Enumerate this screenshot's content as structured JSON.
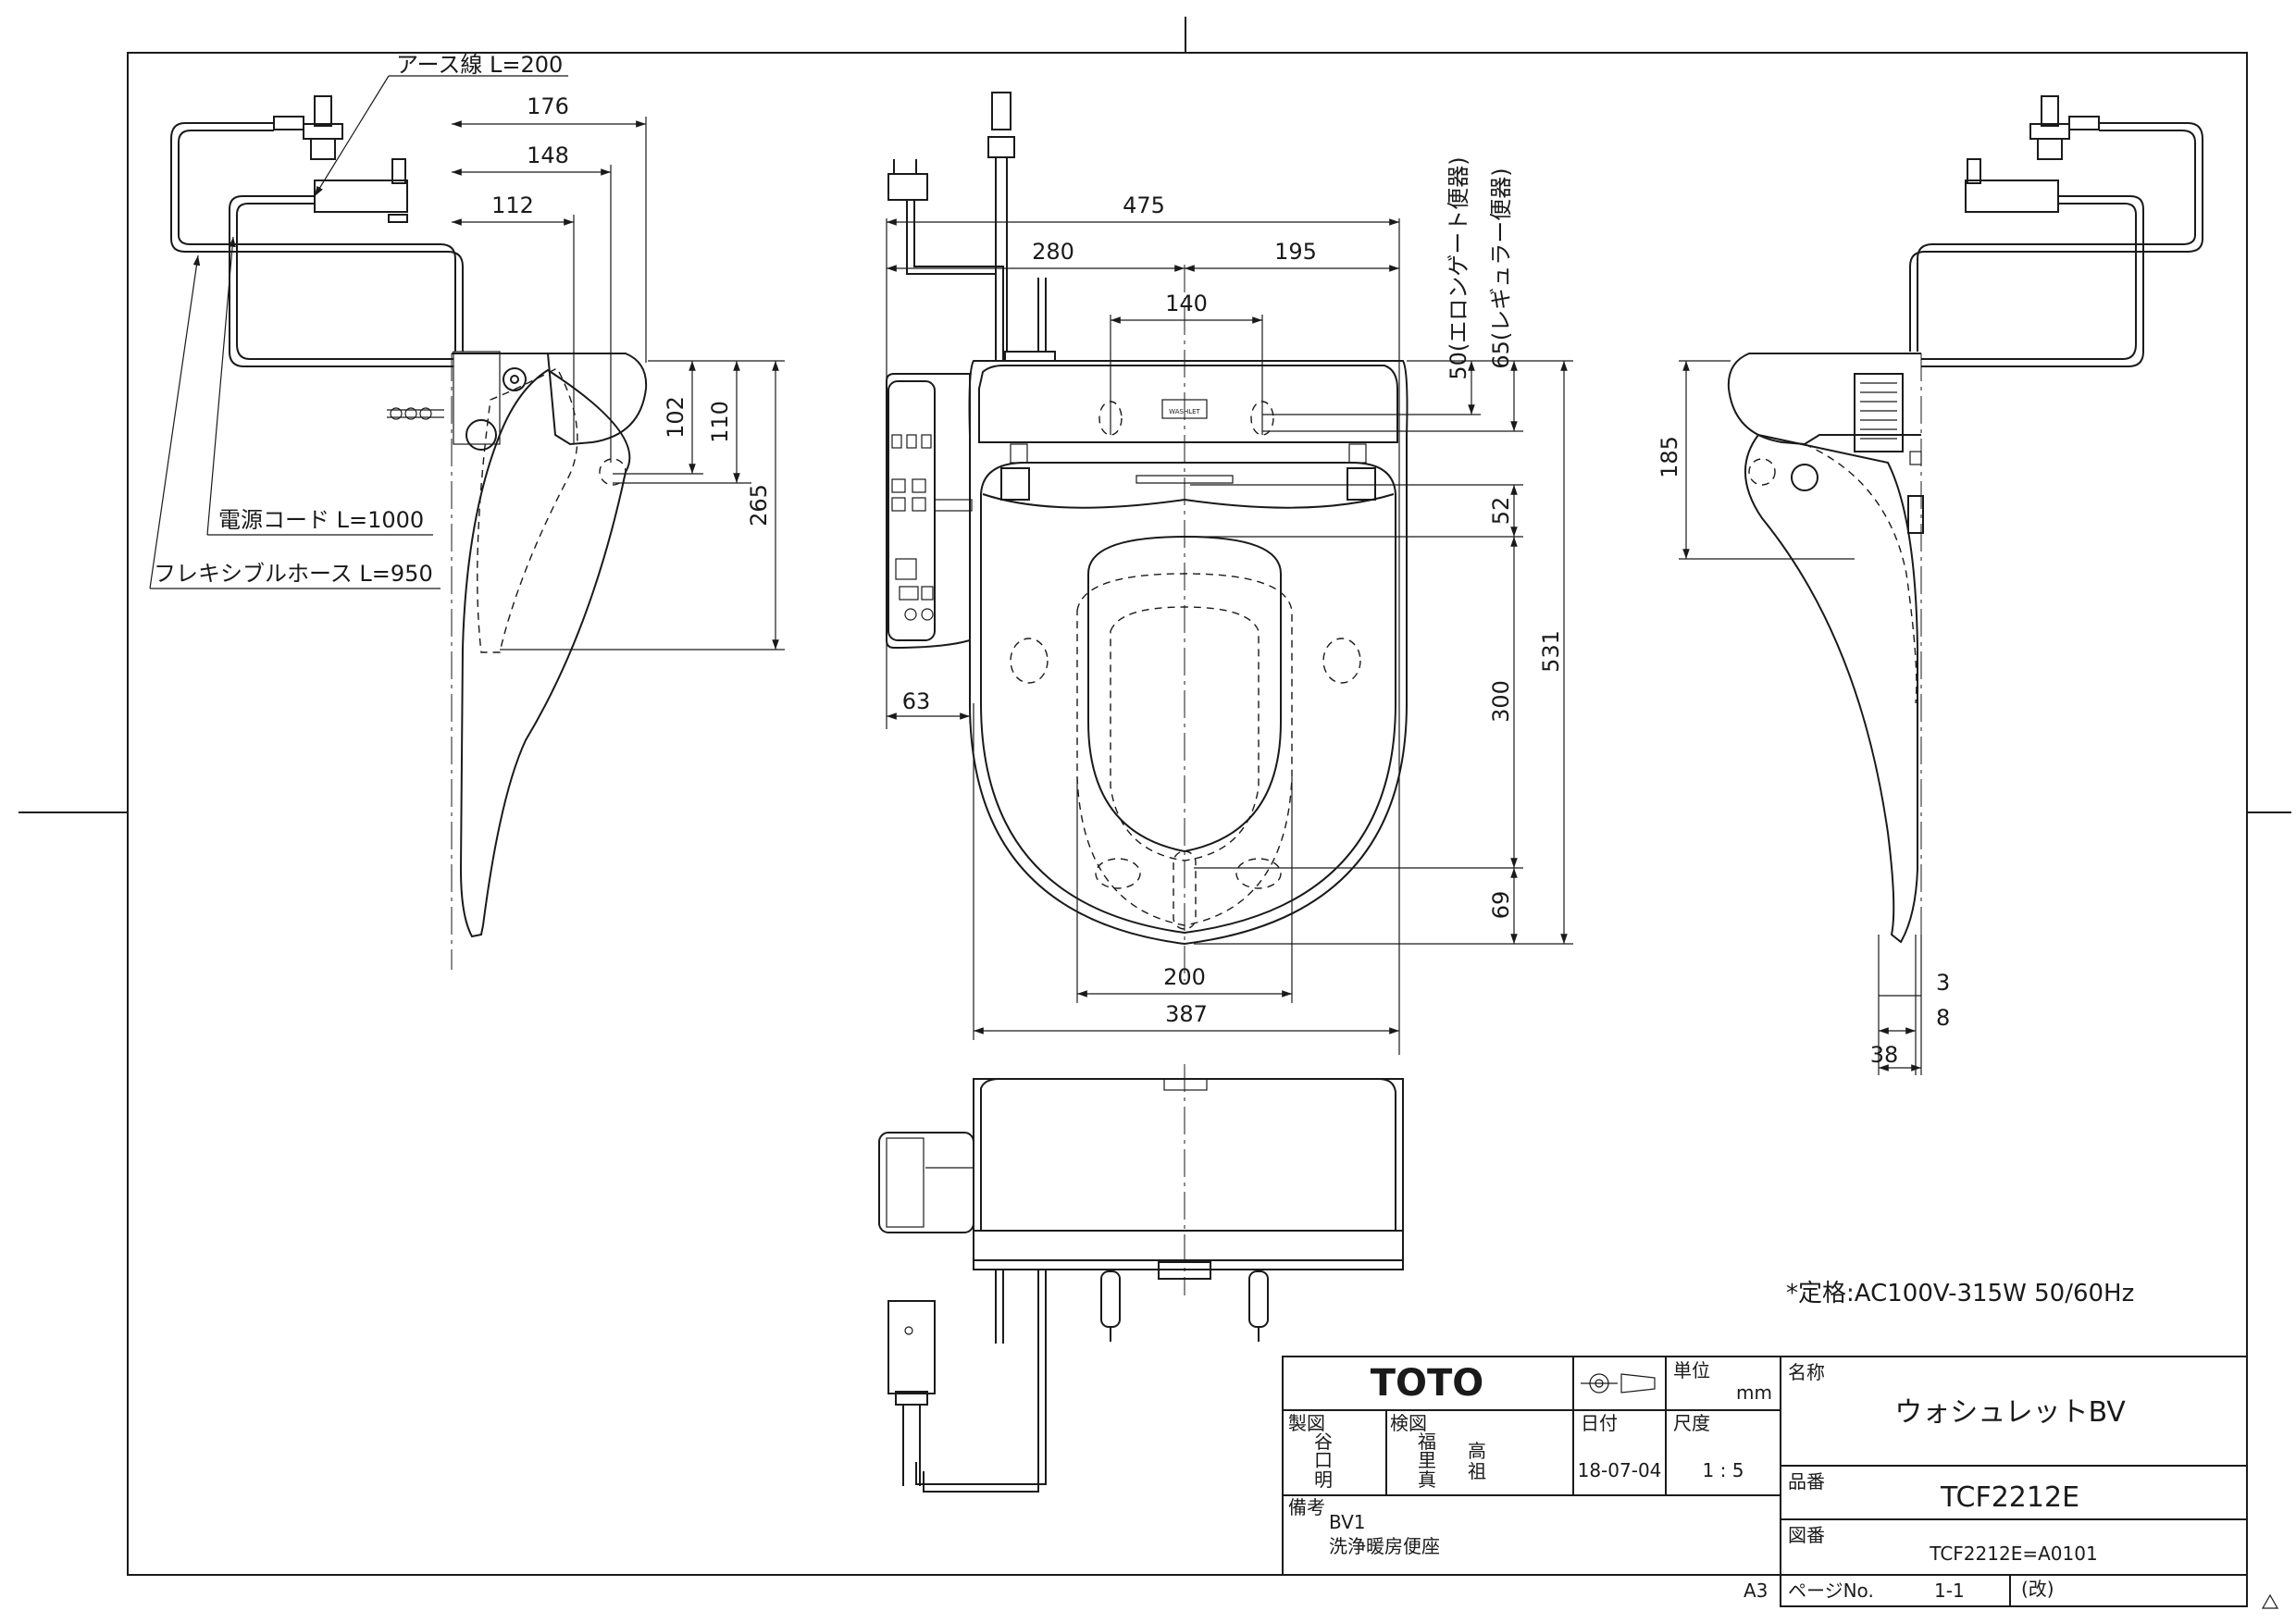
{
  "notes": {
    "earth_wire": "アース線 L=200",
    "power_cord": "電源コード L=1000",
    "flex_hose": "フレキシブルホース L=950",
    "gate_toilet": "50(エロンゲート便器)",
    "regular_toilet": "65(レギュラー便器)",
    "rating": "*定格:AC100V-315W 50/60Hz"
  },
  "dims": {
    "d176": "176",
    "d148": "148",
    "d112": "112",
    "d102": "102",
    "d110": "110",
    "d265": "265",
    "d475": "475",
    "d280": "280",
    "d195": "195",
    "d140": "140",
    "d63": "63",
    "d52": "52",
    "d300": "300",
    "d531": "531",
    "d69": "69",
    "d200": "200",
    "d387": "387",
    "d185": "185",
    "d3": "3",
    "d8": "8",
    "d38": "38"
  },
  "title_block": {
    "brand": "TOTO",
    "unit_label": "単位",
    "unit_value": "mm",
    "name_label": "名称",
    "name_value": "ウォシュレットBV",
    "drawn_label": "製図",
    "drawn_1": "谷",
    "drawn_2": "口",
    "drawn_3": "明",
    "checked_label": "検図",
    "checked_1": "福",
    "checked_2": "里",
    "checked_3": "真",
    "checked_4": "高",
    "checked_5": "祖",
    "date_label": "日付",
    "date_value": "18-07-04",
    "scale_label": "尺度",
    "scale_value": "1 : 5",
    "part_label": "品番",
    "part_value": "TCF2212E",
    "remarks_label": "備考",
    "remarks_1": "BV1",
    "remarks_2": "洗浄暖房便座",
    "drawing_label": "図番",
    "drawing_value": "TCF2212E=A0101",
    "sheet_size": "A3",
    "page_label": "ページNo.",
    "page_value": "1-1",
    "revision_label": "(改)"
  },
  "remote": {
    "label_wide": "WASHLET"
  }
}
